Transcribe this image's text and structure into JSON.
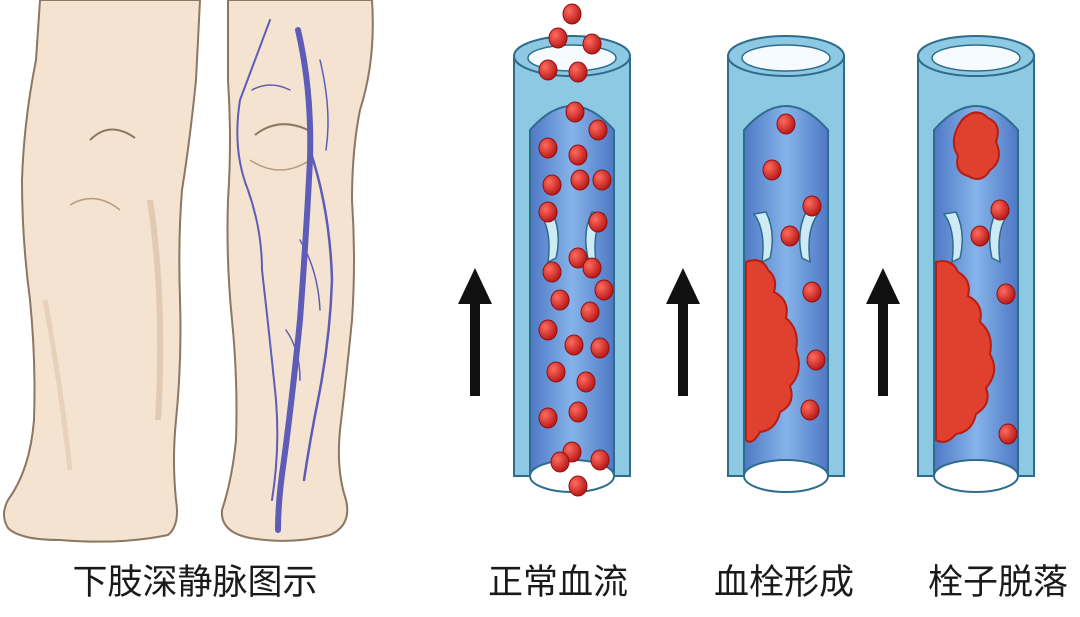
{
  "captions": {
    "legs": "下肢深静脉图示",
    "normal": "正常血流",
    "thrombus": "血栓形成",
    "embolus": "栓子脱落"
  },
  "colors": {
    "skin": "#f4e3d0",
    "skin_shadow": "#d9bfa4",
    "outline": "#8c7761",
    "vein": "#5f5cb8",
    "vessel_wall": "#8ec9e3",
    "vessel_lumen": "#6f9fdc",
    "blood_cell": "#d42a2a",
    "clot": "#e0402e",
    "arrow": "#111111"
  },
  "icons": [
    "flow-arrow-icon",
    "red-blood-cell-icon",
    "venous-valve-icon"
  ]
}
